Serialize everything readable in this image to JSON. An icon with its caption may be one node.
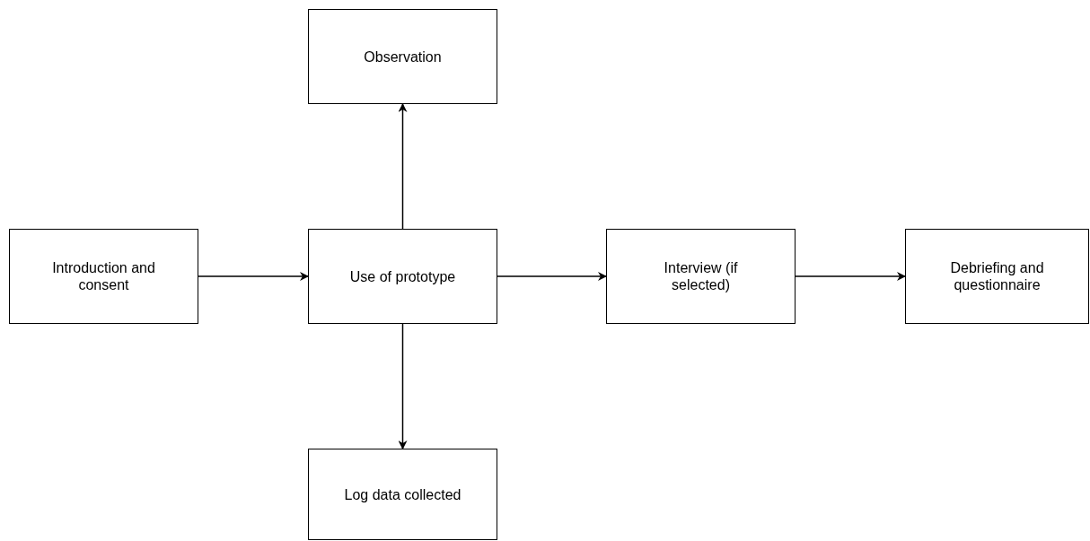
{
  "diagram": {
    "nodes": [
      {
        "text": [
          "Observation"
        ]
      },
      {
        "text": [
          "Introduction and consent"
        ]
      },
      {
        "text": [
          "Use of prototype"
        ]
      },
      {
        "text": [
          "Interview (if selected)"
        ]
      },
      {
        "text": [
          "Debriefing and questionnaire"
        ]
      },
      {
        "text": [
          "Log data collected"
        ]
      }
    ],
    "edges": [
      {
        "from": 1,
        "to": 2,
        "arrow": "to"
      },
      {
        "from": 2,
        "to": 0,
        "arrow": "to"
      },
      {
        "from": 2,
        "to": 3,
        "arrow": "to"
      },
      {
        "from": 3,
        "to": 4,
        "arrow": "to"
      },
      {
        "from": 2,
        "to": 5,
        "arrow": "to"
      }
    ]
  }
}
